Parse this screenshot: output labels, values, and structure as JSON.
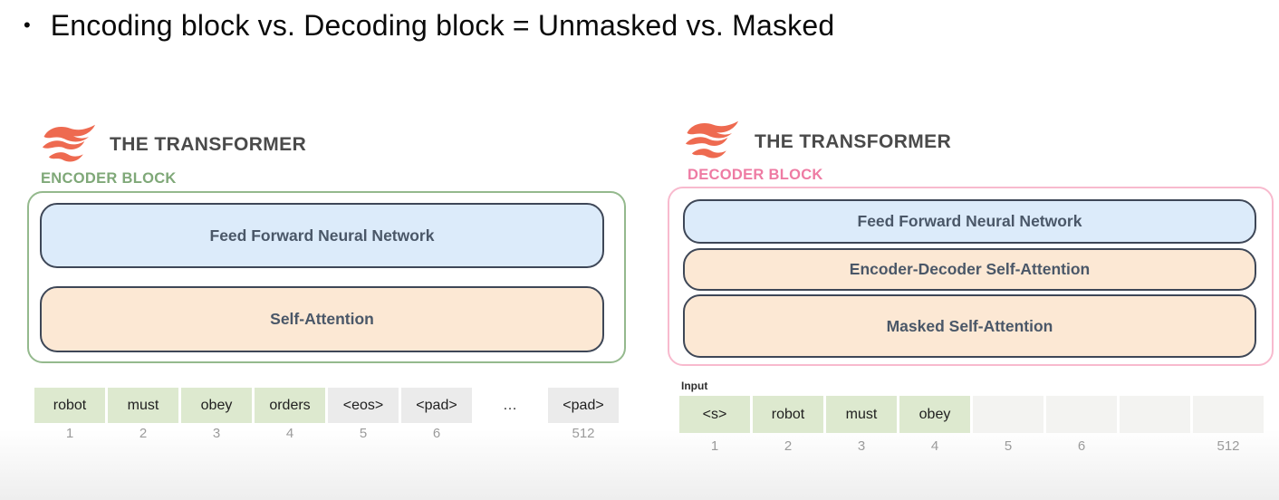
{
  "slide": {
    "bullet": "•",
    "title": "Encoding block vs. Decoding block = Unmasked vs. Masked"
  },
  "encoder": {
    "brand": "THE TRANSFORMER",
    "block_label": "ENCODER BLOCK",
    "layers": [
      {
        "label": "Feed Forward Neural Network",
        "style": "blue"
      },
      {
        "label": "Self-Attention",
        "style": "peach"
      }
    ],
    "tokens": [
      {
        "text": "robot",
        "type": "green",
        "index": "1"
      },
      {
        "text": "must",
        "type": "green",
        "index": "2"
      },
      {
        "text": "obey",
        "type": "green",
        "index": "3"
      },
      {
        "text": "orders",
        "type": "green",
        "index": "4"
      },
      {
        "text": "<eos>",
        "type": "gray",
        "index": "5"
      },
      {
        "text": "<pad>",
        "type": "gray",
        "index": "6"
      },
      {
        "text": "…",
        "type": "plain",
        "index": ""
      },
      {
        "text": "<pad>",
        "type": "gray",
        "index": "512"
      }
    ]
  },
  "decoder": {
    "brand": "THE TRANSFORMER",
    "block_label": "DECODER BLOCK",
    "input_label": "Input",
    "layers": [
      {
        "label": "Feed Forward Neural Network",
        "style": "blue"
      },
      {
        "label": "Encoder-Decoder Self-Attention",
        "style": "peach"
      },
      {
        "label": "Masked Self-Attention",
        "style": "peach"
      }
    ],
    "tokens": [
      {
        "text": "<s>",
        "type": "green",
        "index": "1"
      },
      {
        "text": "robot",
        "type": "green",
        "index": "2"
      },
      {
        "text": "must",
        "type": "green",
        "index": "3"
      },
      {
        "text": "obey",
        "type": "green",
        "index": "4"
      },
      {
        "text": "",
        "type": "empty",
        "index": "5"
      },
      {
        "text": "",
        "type": "empty",
        "index": "6"
      },
      {
        "text": "",
        "type": "empty",
        "index": ""
      },
      {
        "text": "",
        "type": "empty",
        "index": "512"
      }
    ]
  },
  "colors": {
    "flame": "#ee6a50",
    "brand_text": "#4a4a4a",
    "encoder_accent": "#7fa878",
    "encoder_border": "#94b98d",
    "decoder_accent": "#ee7ba3",
    "decoder_border": "#f8bace",
    "layer_blue_fill": "#dcebfa",
    "layer_peach_fill": "#fce8d4",
    "layer_border": "#3e4757",
    "layer_text": "#4a5768",
    "token_green": "#dde9cf",
    "token_gray": "#ebebeb",
    "token_empty": "#f3f3f1",
    "index_text": "#9b9b9b"
  }
}
